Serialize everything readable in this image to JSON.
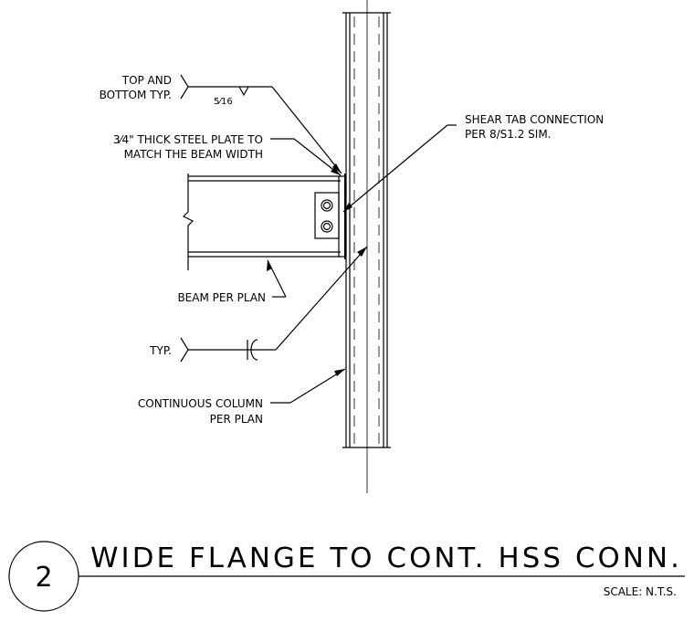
{
  "detail": {
    "number": "2",
    "title": "WIDE FLANGE TO CONT. HSS CONN.",
    "scale": "SCALE: N.T.S."
  },
  "notes": {
    "weld_top": [
      "TOP AND",
      "BOTTOM TYP."
    ],
    "weld_size": "5⁄16",
    "plate": [
      "3⁄4\" THICK STEEL PLATE TO",
      "MATCH THE BEAM WIDTH"
    ],
    "shear_tab": [
      "SHEAR TAB CONNECTION",
      "PER 8/S1.2 SIM."
    ],
    "beam": "BEAM PER PLAN",
    "typ": "TYP.",
    "column": [
      "CONTINUOUS COLUMN",
      "PER PLAN"
    ]
  }
}
